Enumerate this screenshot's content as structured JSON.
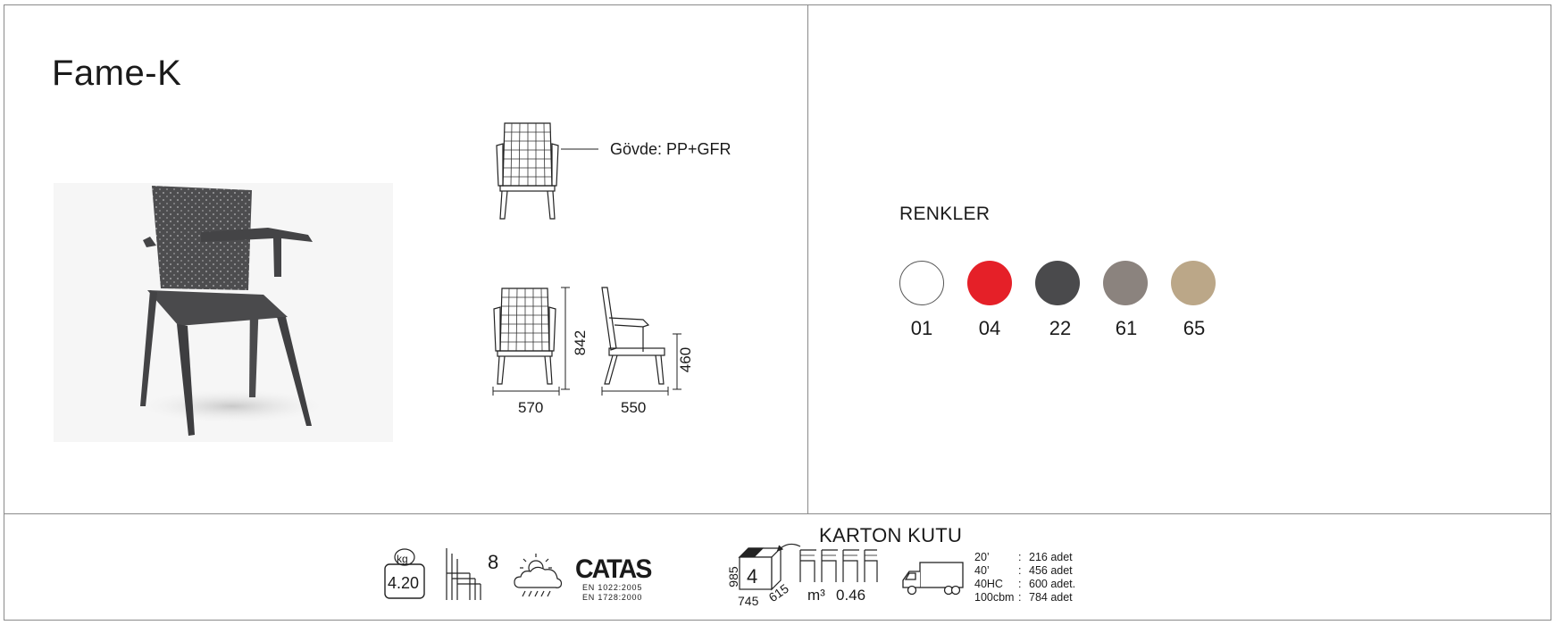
{
  "product": {
    "name": "Fame-K",
    "material_label": "Gövde: PP+GFR"
  },
  "dimensions": {
    "width": "570",
    "height": "842",
    "depth": "550",
    "seat_height": "460"
  },
  "colors": {
    "title": "RENKLER",
    "swatches": [
      {
        "code": "01",
        "hex": "#ffffff"
      },
      {
        "code": "04",
        "hex": "#e52028"
      },
      {
        "code": "22",
        "hex": "#4a4a4c"
      },
      {
        "code": "61",
        "hex": "#8b837e"
      },
      {
        "code": "65",
        "hex": "#bba788"
      }
    ]
  },
  "footer": {
    "weight_unit": "kg",
    "weight_value": "4.20",
    "stack_count": "8",
    "catas_logo": "CATAS",
    "standard_1": "EN 1022:2005",
    "standard_2": "EN 1728:2000",
    "box_title": "KARTON KUTU",
    "box_quantity": "4",
    "box_height": "985",
    "box_width": "745",
    "box_depth": "615",
    "volume_unit": "m³",
    "volume_value": "0.46",
    "container_rows": [
      {
        "size": "20’",
        "sep": ":",
        "qty": "216 adet"
      },
      {
        "size": "40’",
        "sep": ":",
        "qty": "456 adet"
      },
      {
        "size": "40HC",
        "sep": ":",
        "qty": "600 adet."
      },
      {
        "size": "100cbm",
        "sep": ":",
        "qty": "784 adet"
      }
    ]
  }
}
